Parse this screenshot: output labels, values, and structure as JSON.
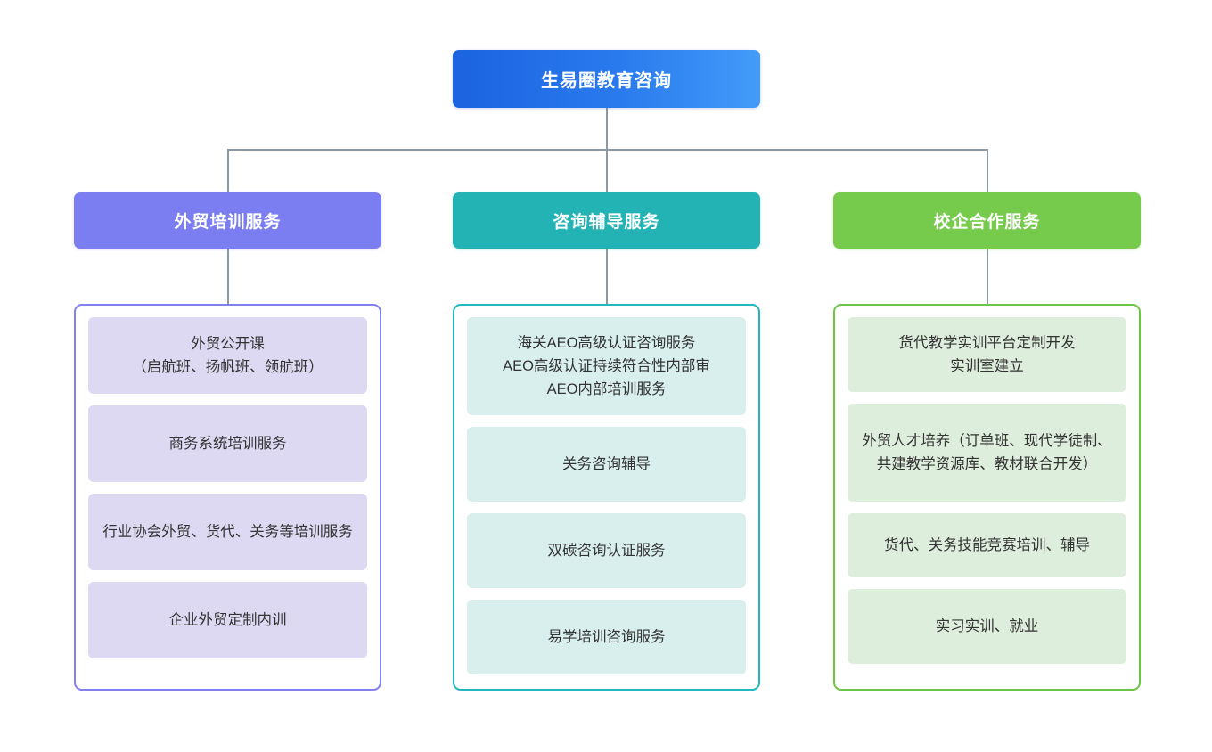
{
  "chart_data": {
    "type": "diagram",
    "title": "生易圈教育咨询",
    "layout": "top-down organizational tree, 1 root + 3 branches",
    "legend_position": "none",
    "grid": false
  },
  "root": {
    "label": "生易圈教育咨询",
    "color": "#1b63e0",
    "color_end": "#439bf9"
  },
  "connector": {
    "color": "#8a99a6"
  },
  "columns": [
    {
      "header": "外贸培训服务",
      "header_color": "#7b7ef0",
      "border_color": "#8080ef",
      "item_color": "#ddd9f2",
      "items": [
        "外贸公开课\n（启航班、扬帆班、领航班）",
        "商务系统培训服务",
        "行业协会外贸、货代、关务等培训服务",
        "企业外贸定制内训"
      ]
    },
    {
      "header": "咨询辅导服务",
      "header_color": "#24b3b5",
      "border_color": "#20b8bd",
      "item_color": "#d9efee",
      "items": [
        "海关AEO高级认证咨询服务\nAEO高级认证持续符合性内部审\nAEO内部培训服务",
        "关务咨询辅导",
        "双碳咨询认证服务",
        "易学培训咨询服务"
      ]
    },
    {
      "header": "校企合作服务",
      "header_color": "#77cb4c",
      "border_color": "#6cc644",
      "item_color": "#deeedc",
      "items": [
        "货代教学实训平台定制开发\n实训室建立",
        "外贸人才培养（订单班、现代学徒制、共建教学资源库、教材联合开发）",
        "货代、关务技能竞赛培训、辅导",
        "实习实训、就业"
      ]
    }
  ]
}
